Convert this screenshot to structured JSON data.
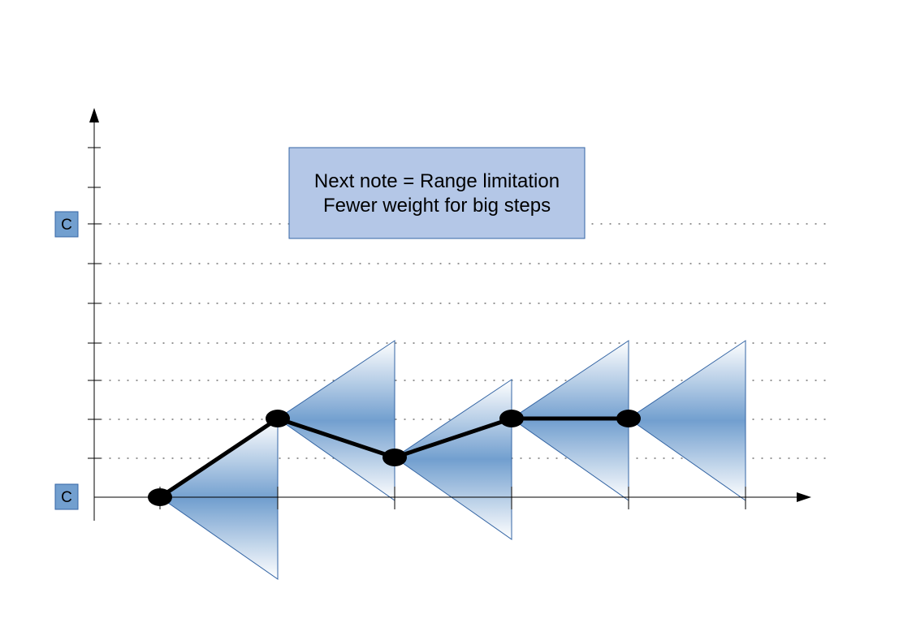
{
  "colors": {
    "axis": "#000000",
    "grid_dot": "#555555",
    "triangle_dark": "#729fcf",
    "triangle_light": "#ffffff",
    "triangle_stroke": "#3465a4",
    "label_box_fill": "#729fcf",
    "label_box_stroke": "#3465a4",
    "note_box_fill": "#b4c7e7",
    "note_box_stroke": "#3465a4",
    "melody_line": "#000000",
    "melody_point": "#000000"
  },
  "note_box": {
    "line1": "Next note = Range limitation",
    "line2": "Fewer weight for big steps"
  },
  "pitch_labels": {
    "top": "C",
    "bottom": "C"
  },
  "melody": {
    "pitch_steps": [
      0,
      2,
      1,
      2,
      2
    ]
  },
  "icons": {
    "y_axis_arrow": "arrow-up-icon",
    "x_axis_arrow": "arrow-right-icon"
  }
}
